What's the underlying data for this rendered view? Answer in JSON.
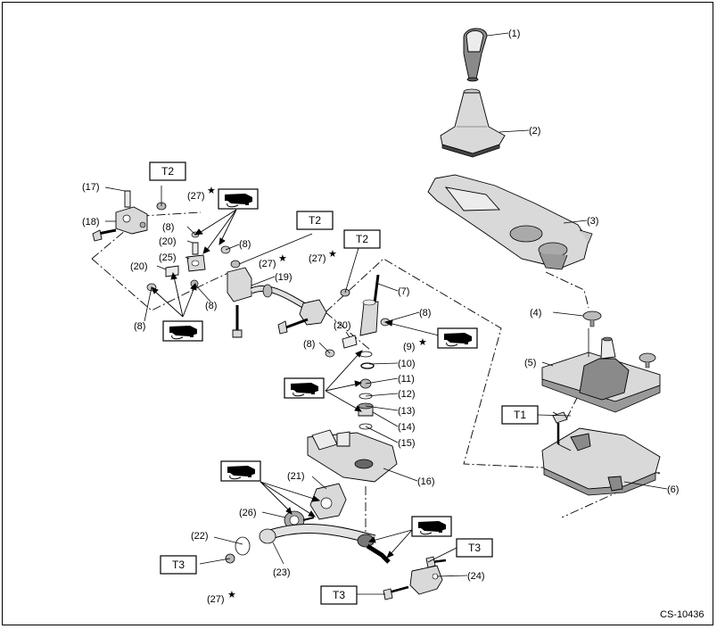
{
  "diagram_code": "CS-10436",
  "torque_labels": {
    "t1": "T1",
    "t2": "T2",
    "t3": "T3"
  },
  "star_glyph": "★",
  "grease_icon": "grease-gun-icon",
  "callouts": {
    "p1": "(1)",
    "p2": "(2)",
    "p3": "(3)",
    "p4": "(4)",
    "p5": "(5)",
    "p6": "(6)",
    "p7": "(7)",
    "p8": "(8)",
    "p9": "(9)",
    "p10": "(10)",
    "p11": "(11)",
    "p12": "(12)",
    "p13": "(13)",
    "p14": "(14)",
    "p15": "(15)",
    "p16": "(16)",
    "p17": "(17)",
    "p18": "(18)",
    "p19": "(19)",
    "p20": "(20)",
    "p21": "(21)",
    "p22": "(22)",
    "p23": "(23)",
    "p24": "(24)",
    "p25": "(25)",
    "p26": "(26)",
    "p27": "(27)"
  }
}
